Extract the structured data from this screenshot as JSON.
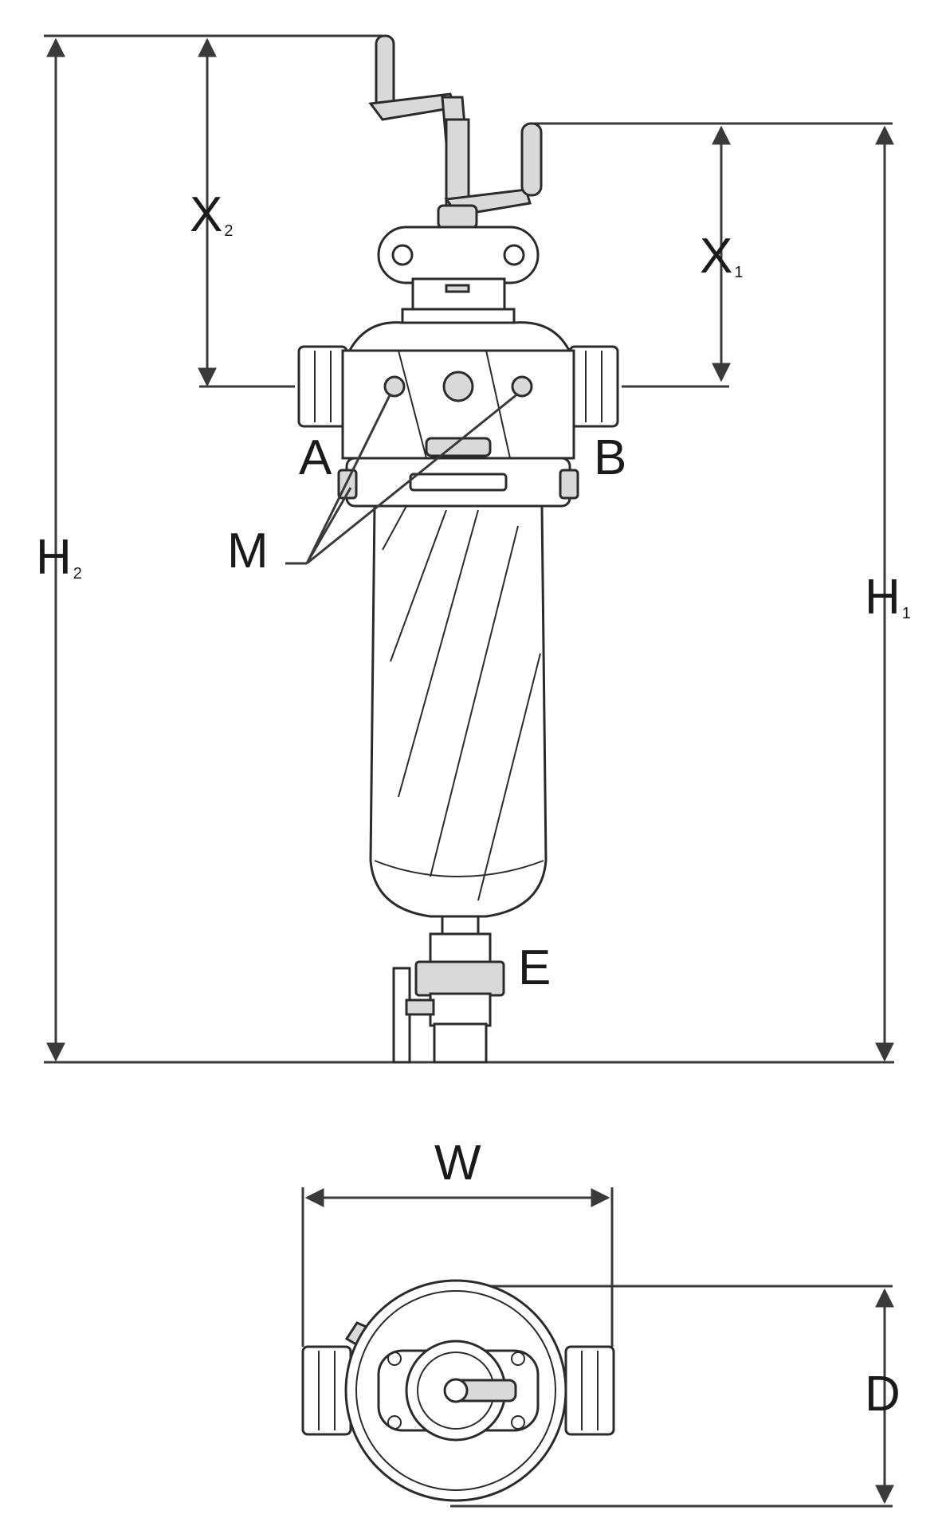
{
  "labels": {
    "x2": "X",
    "x2_sub": "2",
    "x1": "X",
    "x1_sub": "1",
    "h2": "H",
    "h2_sub": "2",
    "h1": "H",
    "h1_sub": "1",
    "a": "A",
    "b": "B",
    "m": "M",
    "e": "E",
    "w": "W",
    "d": "D"
  },
  "colors": {
    "line": "#2b2b2b",
    "fill_light": "#d9d9d9",
    "background": "#ffffff"
  }
}
